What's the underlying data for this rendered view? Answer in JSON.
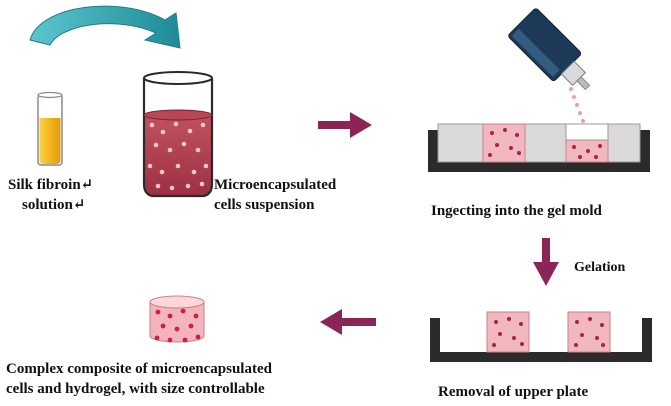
{
  "labels": {
    "silk_line1": "Silk fibroin↵",
    "silk_line2": "solution↵",
    "micro_line1": "Microencapsulated",
    "micro_line2": "cells suspension",
    "inject": "Ingecting into the gel mold",
    "gelation": "Gelation",
    "removal": "Removal of upper plate",
    "complex_line1": "Complex composite of microencapsulated",
    "complex_line2": "cells and hydrogel, with size controllable"
  },
  "colors": {
    "curved_arrow": "#1f8b96",
    "process_arrow": "#8b2457",
    "cell_pink": "#f2b8c0",
    "cell_dot": "#b02040",
    "liquid_dark": "#a6364a",
    "silk_yellow": "#f3b51b",
    "plate_gray": "#d9d9d9",
    "mold_dark": "#2b2b2b",
    "injector_blue": "#1c3a57"
  }
}
